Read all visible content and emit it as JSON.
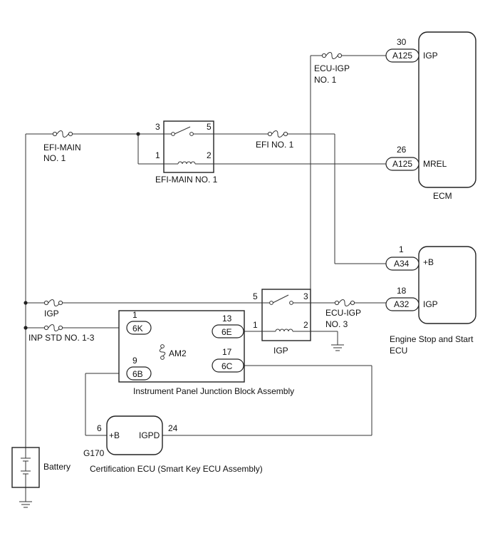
{
  "labels": {
    "efi_main_fuse": [
      "EFI-MAIN",
      "NO. 1"
    ],
    "efi_main_relay": "EFI-MAIN NO. 1",
    "efi_no1": "EFI NO. 1",
    "ecu_igp_1": [
      "ECU-IGP",
      "NO. 1"
    ],
    "ecm": "ECM",
    "igp_fuse": "IGP",
    "inp_std": "INP STD NO. 1-3",
    "ecu_igp_3": [
      "ECU-IGP",
      "NO. 3"
    ],
    "igp_relay": "IGP",
    "am2": "AM2",
    "ipjb": "Instrument Panel Junction Block Assembly",
    "engine_ecu": [
      "Engine Stop and Start",
      "ECU"
    ],
    "cert_ecu": "Certification ECU (Smart Key ECU Assembly)",
    "g170": "G170",
    "battery": "Battery"
  },
  "pins": {
    "relay1_3": "3",
    "relay1_5": "5",
    "relay1_1": "1",
    "relay1_2": "2",
    "relay2_5": "5",
    "relay2_3": "3",
    "relay2_1": "1",
    "relay2_2": "2",
    "ecm_30": "30",
    "ecm_26": "26",
    "eng_1": "1",
    "eng_18": "18",
    "jb_1": "1",
    "jb_9": "9",
    "jb_13": "13",
    "jb_17": "17",
    "cert_6": "6",
    "cert_24": "24"
  },
  "connectors": {
    "a125_top": "A125",
    "a125_mid": "A125",
    "a34": "A34",
    "a32": "A32",
    "c6k": "6K",
    "c6b": "6B",
    "c6e": "6E",
    "c6c": "6C"
  },
  "terminals": {
    "igp_ecm": "IGP",
    "mrel": "MREL",
    "plus_b_eng": "+B",
    "igp_eng": "IGP",
    "plus_b_cert": "+B",
    "igpd": "IGPD"
  }
}
